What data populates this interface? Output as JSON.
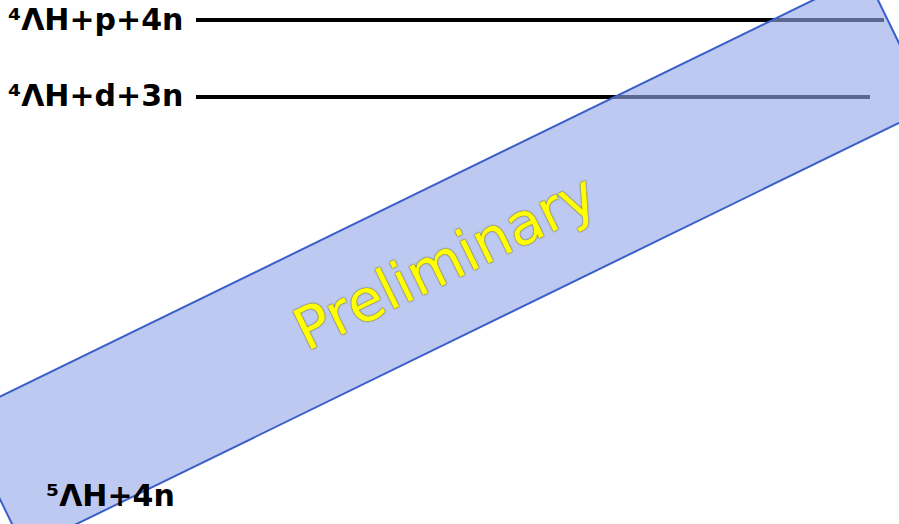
{
  "diagram": {
    "nodes": [
      {
        "text": [
          "Preliminary"
        ]
      }
    ],
    "labels": [
      "⁴ΛH+p+4n",
      "⁴ΛH+d+3n",
      "⁵ΛH+4n"
    ]
  }
}
